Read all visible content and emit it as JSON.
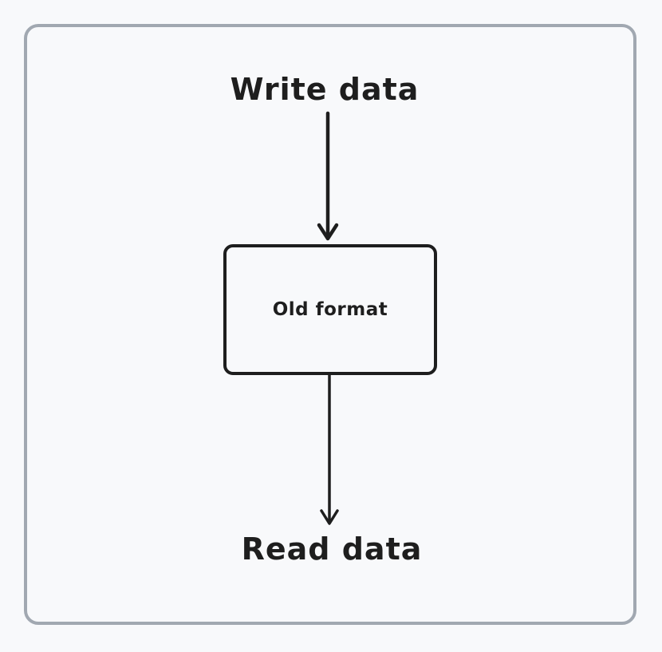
{
  "diagram": {
    "top_label": "Write data",
    "node_label": "Old format",
    "bottom_label": "Read data"
  },
  "icons": {
    "write_arrow": "arrow-down",
    "read_arrow": "arrow-down"
  },
  "colors": {
    "background": "#f8f9fb",
    "ink": "#1e1e1e",
    "frame_border": "#a1a8b1"
  }
}
